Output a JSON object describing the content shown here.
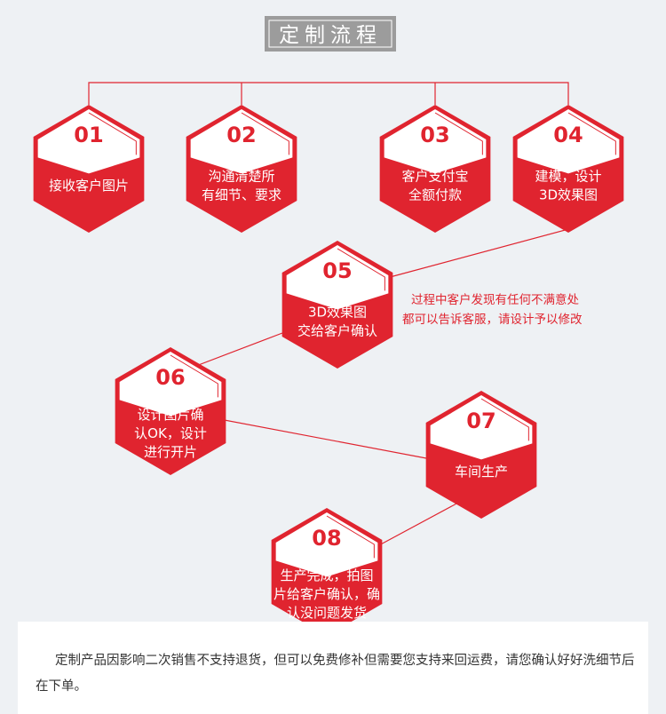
{
  "header": {
    "title": "定制流程"
  },
  "steps": [
    {
      "num": "01",
      "lines": [
        "接收客户图片"
      ]
    },
    {
      "num": "02",
      "lines": [
        "沟通清楚所",
        "有细节、要求"
      ]
    },
    {
      "num": "03",
      "lines": [
        "客户支付宝",
        "全额付款"
      ]
    },
    {
      "num": "04",
      "lines": [
        "建模，设计",
        "3D效果图"
      ]
    },
    {
      "num": "05",
      "lines": [
        "3D效果图",
        "交给客户确认"
      ]
    },
    {
      "num": "06",
      "lines": [
        "设计图片确",
        "认OK，设计",
        "进行开片"
      ]
    },
    {
      "num": "07",
      "lines": [
        "车间生产"
      ]
    },
    {
      "num": "08",
      "lines": [
        "生产完成，拍图",
        "片给客户确认，确",
        "认没问题发货"
      ]
    }
  ],
  "side_note": {
    "lines": [
      "过程中客户发现有任何不满意处",
      "都可以告诉客服，请设计予以修改"
    ]
  },
  "footer": {
    "text": "定制产品因影响二次销售不支持退货，但可以免费修补但需要您支持来回运费，请您确认好好洗细节后在下单。"
  },
  "colors": {
    "red": "#e0242f",
    "title_bg": "#9c9c9c",
    "line": "#e0242f",
    "page_bg": "#eef1f4"
  }
}
